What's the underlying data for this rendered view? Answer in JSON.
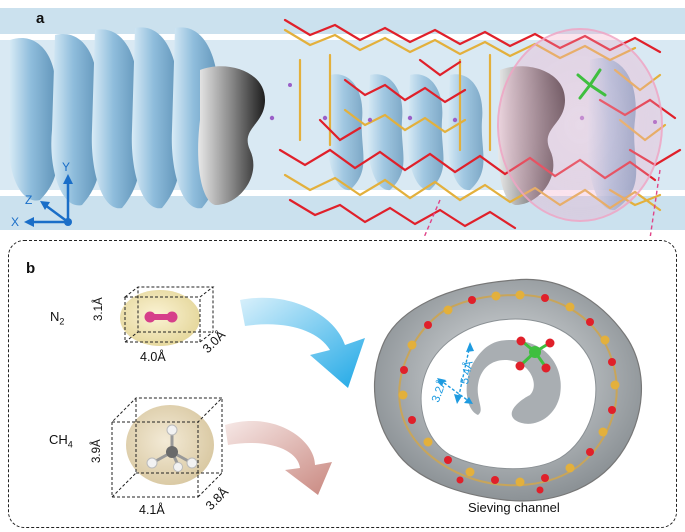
{
  "panel_a": {
    "letter": "a",
    "axes": {
      "x": "X",
      "y": "Y",
      "z": "Z"
    }
  },
  "panel_b": {
    "letter": "b",
    "n2": {
      "formula_main": "N",
      "formula_sub": "2",
      "dim_height": "3.1Å",
      "dim_width": "4.0Å",
      "dim_depth": "3.0Å"
    },
    "ch4": {
      "formula_main": "CH",
      "formula_sub": "4",
      "dim_height": "3.9Å",
      "dim_width": "4.1Å",
      "dim_depth": "3.8Å"
    },
    "channel": {
      "dim_long": "5.4Å",
      "dim_short": "3.2Å",
      "caption": "Sieving channel"
    }
  },
  "colors": {
    "channel_blue": "#7aaed0",
    "shadow_dark": "#2b2b2b",
    "oxygen_red": "#e0202a",
    "silicon_gold": "#e3b03c",
    "chlorine_green": "#3fbf3f",
    "n2_pink": "#d63f8a",
    "arrow_blue": "#1fa8e6",
    "arrow_red": "#c98880",
    "surface_grey": "#8c9296",
    "dim_blue": "#1e9be0",
    "highlight_pink": "#f0a4c4"
  }
}
